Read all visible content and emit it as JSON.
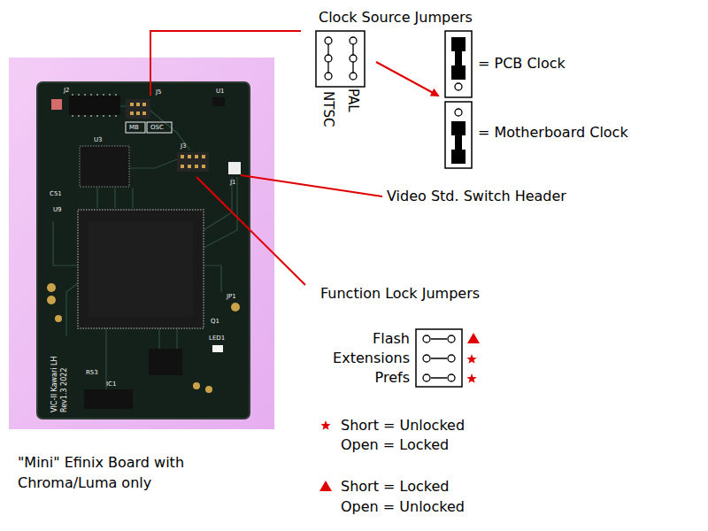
{
  "diagram": {
    "caption": "\"Mini\" Efinix Board with Chroma/Luma only",
    "labels": [
      "Clock Source Jumpers",
      "NTSC",
      "PAL",
      "Video Std. Switch Header",
      "Function Lock Jumpers",
      "Flash",
      "Extensions",
      "Prefs",
      "J2",
      "J5",
      "U1",
      "MB",
      "OSC",
      "U3",
      "J3",
      "J1",
      "C51",
      "U9",
      "JP1",
      "Q1",
      "LED1",
      "R53",
      "IC1",
      "VIC-II Kawari LH",
      "Rev1.3 2022"
    ],
    "legend": [
      {
        "text": "= PCB Clock"
      },
      {
        "text": "= Motherboard Clock"
      },
      {
        "text": "Short = Unlocked"
      },
      {
        "text": "Open = Locked"
      },
      {
        "text": "Short = Locked"
      },
      {
        "text": "Open = Unlocked"
      }
    ]
  }
}
